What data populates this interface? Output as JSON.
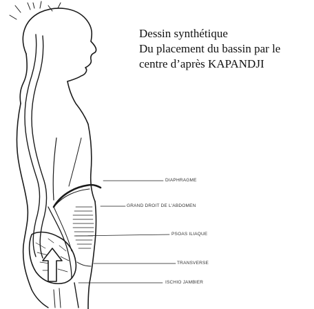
{
  "caption": {
    "line1": "Dessin synthétique",
    "line2": "Du placement du bassin par le",
    "line3": "centre d’après KAPANDJI"
  },
  "labels": {
    "diaphragme": "DIAPHRAGME",
    "grand_droit": "GRAND DROIT DE L'ABDOMEN",
    "psoas": "PSOAS ILIAQUE",
    "transverse": "TRANSVERSE",
    "ischio": "ISCHIO JAMBIER"
  },
  "colors": {
    "line": "#1a1a1a",
    "background": "#ffffff"
  }
}
